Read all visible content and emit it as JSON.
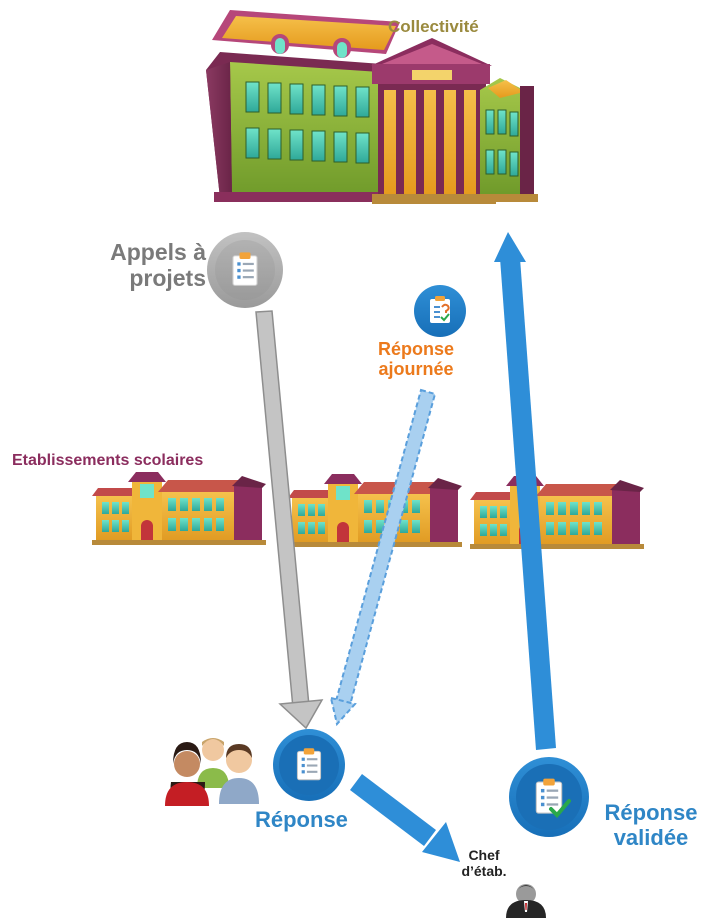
{
  "labels": {
    "collectivite": "Collectivité",
    "appels_line1": "Appels à",
    "appels_line2": "projets",
    "ajournee_line1": "Réponse",
    "ajournee_line2": "ajournée",
    "etablissements": "Etablissements scolaires",
    "reponse": "Réponse",
    "validee_line1": "Réponse",
    "validee_line2": "validée",
    "chef_line1": "Chef",
    "chef_line2": "d’étab."
  },
  "colors": {
    "collectivite_text": "#9a8a3e",
    "appels_text": "#7a7a7a",
    "ajournee_text": "#ec7a1c",
    "etablissements_text": "#8b2d5e",
    "blue_text": "#2f86c6",
    "blue_arrow": "#2e8ed8",
    "gray_arrow": "#c4c4c4",
    "dashed_arrow": "#a9d0f0"
  },
  "icons": {
    "town_hall": "town-hall-icon",
    "school": "school-building-icon",
    "clipboard": "clipboard-icon",
    "clipboard_check": "clipboard-check-icon",
    "clipboard_question": "clipboard-question-icon",
    "group": "people-group-icon",
    "person": "business-person-icon"
  }
}
